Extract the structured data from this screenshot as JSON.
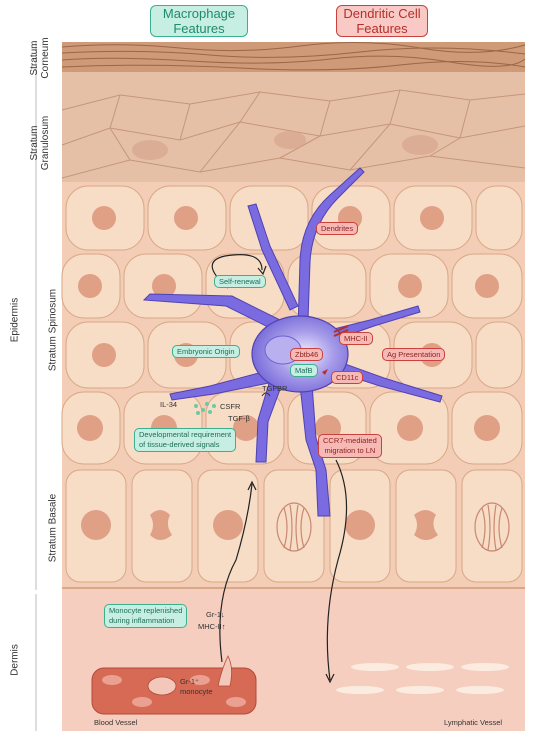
{
  "headers": {
    "macrophage": "Macrophage Features",
    "dendritic": "Dendritic Cell Features"
  },
  "layers": {
    "stratum_corneum": "Stratum Corneum",
    "stratum_granulosum": "Stratum Granulosum",
    "stratum_spinosum": "Stratum Spinosum",
    "stratum_basale": "Stratum Basale",
    "epidermis": "Epidermis",
    "dermis": "Dermis"
  },
  "labels": {
    "self_renewal": "Self-renewal",
    "embryonic_origin": "Embryonic Origin",
    "mafb": "MafB",
    "zbtb46": "Zbtb46",
    "mhc_ii": "MHC-II",
    "cd11c": "CD11c",
    "dendrites": "Dendrites",
    "ag_presentation": "Ag Presentation",
    "ccr7_line1": "CCR7-mediated",
    "ccr7_line2": "migration to LN",
    "dev_line1": "Developmental requirement",
    "dev_line2": "of tissue-derived signals",
    "il34": "IL-34",
    "csfr": "CSFR",
    "tgfbr": "TGFBR",
    "tgfb": "TGF-β",
    "mono_line1": "Monocyte replenished",
    "mono_line2": "during inflammation",
    "gr1_down": "Gr-1↓",
    "mhcii_up": "MHC-II↑",
    "gr1_mono_line1": "Gr-1⁺",
    "gr1_mono_line2": "monocyte",
    "blood_vessel": "Blood Vessel",
    "lymphatic_vessel": "Lymphatic Vessel"
  },
  "colors": {
    "macrophage_green": "#3ab08f",
    "dendritic_red": "#c9423c",
    "langerhans_cell": "#6a5bd1",
    "keratinocyte": "#f7dcc6",
    "nucleus": "#e0a085",
    "dermis": "#f6cfc2",
    "blood_vessel": "#d76a55"
  }
}
